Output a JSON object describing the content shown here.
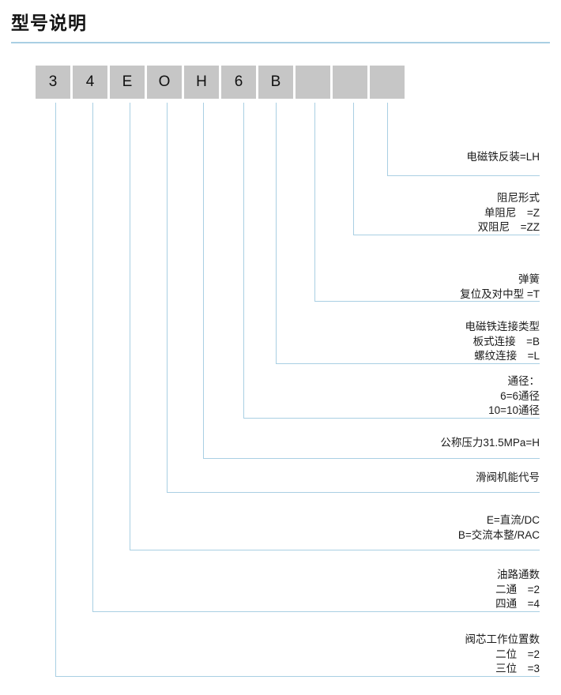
{
  "header": {
    "title": "型号说明"
  },
  "model_code": {
    "boxes": [
      {
        "value": "3"
      },
      {
        "value": "4"
      },
      {
        "value": "E"
      },
      {
        "value": "O"
      },
      {
        "value": "H"
      },
      {
        "value": "6"
      },
      {
        "value": "B"
      },
      {
        "value": ""
      },
      {
        "value": ""
      },
      {
        "value": ""
      }
    ]
  },
  "descriptions": [
    {
      "id": "solenoid-reverse-mount",
      "lines": [
        "电磁铁反装=LH"
      ]
    },
    {
      "id": "damping-type",
      "lines": [
        "阻尼形式",
        "单阻尼　=Z",
        "双阻尼　=ZZ"
      ]
    },
    {
      "id": "spring-type",
      "lines": [
        "弹簧",
        "复位及对中型 =T"
      ]
    },
    {
      "id": "solenoid-connection-type",
      "lines": [
        "电磁铁连接类型",
        "板式连接　=B",
        "螺纹连接　=L"
      ]
    },
    {
      "id": "bore-size",
      "lines": [
        "通径：",
        "6=6通径",
        "10=10通径"
      ]
    },
    {
      "id": "nominal-pressure",
      "lines": [
        "公称压力31.5MPa=H"
      ]
    },
    {
      "id": "spool-function-code",
      "lines": [
        "滑阀机能代号"
      ]
    },
    {
      "id": "power-supply-type",
      "lines": [
        "E=直流/DC",
        "B=交流本整/RAC"
      ]
    },
    {
      "id": "oil-port-count",
      "lines": [
        "油路通数",
        "二通　=2",
        "四通　=4"
      ]
    },
    {
      "id": "spool-position-count",
      "lines": [
        "阀芯工作位置数",
        "二位　=2",
        "三位　=3"
      ]
    }
  ],
  "colors": {
    "accent_line": "#a9cfe3",
    "box_fill": "#c6c6c6",
    "text": "#1b1b1b",
    "background": "#ffffff"
  }
}
